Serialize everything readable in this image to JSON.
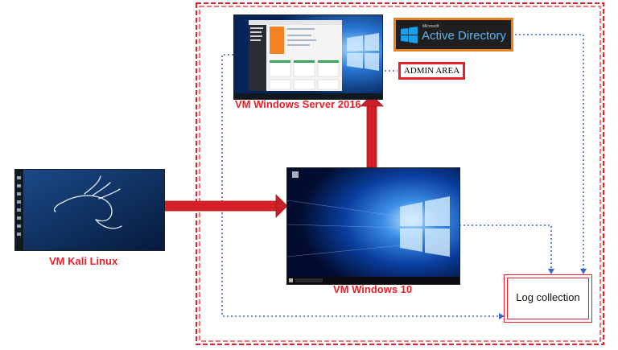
{
  "labels": {
    "server": "VM Windows Server 2016",
    "win10": "VM Windows 10",
    "kali": "VM Kali Linux",
    "admin_area": "ADMIN AREA",
    "log_collection": "Log collection",
    "ad_small": "Microsoft",
    "ad_main": "Active Directory"
  },
  "colors": {
    "zone_border": "#e8202a",
    "label_red": "#e8202a",
    "arrow_fill": "#c9202a",
    "dotted_line": "#3a66c4",
    "ad_border": "#e8821e",
    "ad_bg": "#1f1f1f",
    "windows_blue": "#0a4fb0",
    "kali_blue": "#0d2e66"
  },
  "icons": {
    "server": "windows-server-screenshot",
    "win10": "windows-10-desktop-screenshot",
    "kali": "kali-dragon-logo",
    "ad": "windows-logo-icon"
  }
}
